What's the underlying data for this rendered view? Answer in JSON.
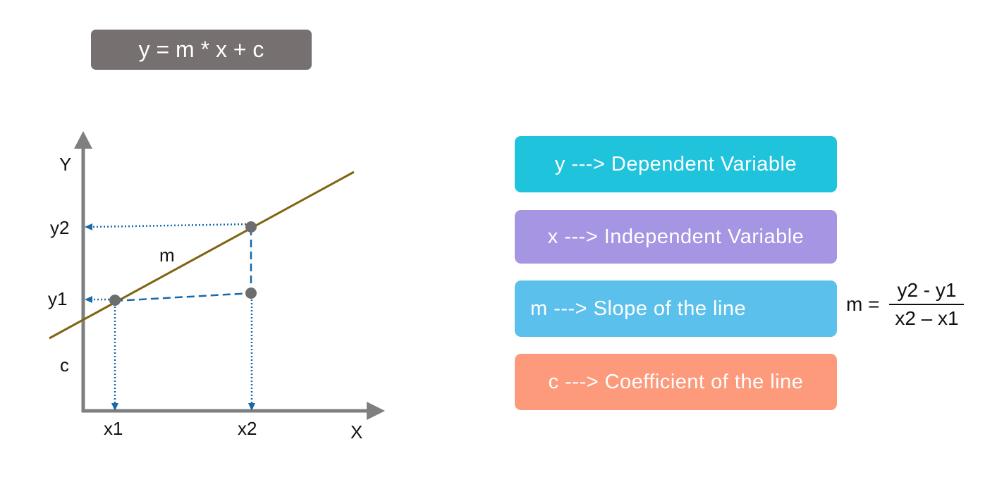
{
  "equation": "y = m * x + c",
  "diagram": {
    "y_axis_label": "Y",
    "x_axis_label": "X",
    "y2_label": "y2",
    "y1_label": "y1",
    "m_label": "m",
    "c_label": "c",
    "x1_label": "x1",
    "x2_label": "x2",
    "line_color": "#7f6410",
    "axis_color": "#7f7f7f",
    "guide_color": "#1769aa",
    "point_color": "#6d6d6d"
  },
  "legend": {
    "dependent": "y ---> Dependent Variable",
    "independent": "x ---> Independent Variable",
    "slope": "m ---> Slope of the line",
    "coefficient": "c ---> Coefficient of the line"
  },
  "slope_formula": {
    "lhs": "m =",
    "numerator": "y2 - y1",
    "denominator": "x2 – x1"
  }
}
